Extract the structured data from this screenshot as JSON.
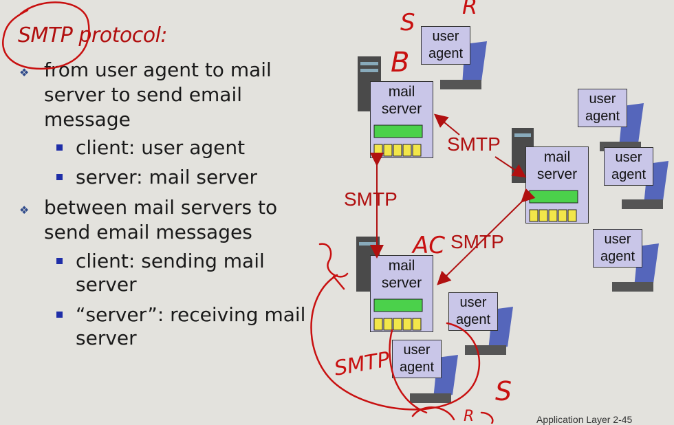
{
  "slide": {
    "title": "SMTP protocol:",
    "bullets": [
      {
        "text": "from user agent to mail server to send email message",
        "subs": [
          "client: user agent",
          "server: mail server"
        ]
      },
      {
        "text": "between mail servers to send email messages",
        "subs": [
          "client: sending mail server",
          "“server”: receiving mail server"
        ]
      }
    ],
    "footer": "Application Layer 2-45"
  },
  "diagram": {
    "user_agent_label": [
      "user",
      "agent"
    ],
    "mail_server_label": [
      "mail",
      "server"
    ],
    "smtp_label": "SMTP",
    "colors": {
      "smtp_text": "#b01010",
      "box_fill": "#c9c6e8",
      "queue_green": "#4bd14b",
      "queue_yellow": "#f2e64a"
    }
  },
  "annotations": {
    "top_marks": [
      "B",
      "S",
      "R"
    ],
    "ac_mark": "AC",
    "smtp_handwritten": "SMTP",
    "s_mark": "S",
    "r_mark": "R"
  }
}
